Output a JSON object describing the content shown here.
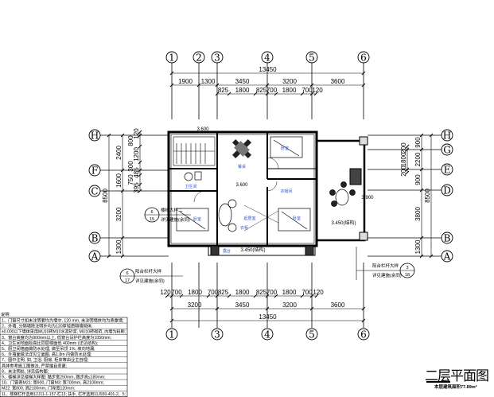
{
  "drawing": {
    "title": "二层平面图",
    "area_note": "本层建筑面积77.89m²",
    "axes_columns": [
      "1",
      "2",
      "3",
      "4",
      "5",
      "6"
    ],
    "axes_rows_left": [
      "H",
      "F",
      "C",
      "B",
      "A"
    ],
    "axes_rows_right": [
      "H",
      "G",
      "E",
      "D",
      "B",
      "A"
    ],
    "top_dims": {
      "total": "13450",
      "row2": [
        "1900",
        "1300",
        "3450",
        "3200",
        "3600"
      ],
      "row3": [
        "825",
        "1800",
        "825",
        "700",
        "1800",
        "700",
        "120"
      ]
    },
    "bottom_dims": {
      "row1": [
        "120",
        "700",
        "1800",
        "700",
        "825",
        "1800",
        "825",
        "700",
        "1800",
        "700",
        "120"
      ],
      "row2": [
        "3200",
        "3450",
        "3200",
        "3600"
      ],
      "total": "13450"
    },
    "left_dims": {
      "total": "8500",
      "row2": [
        "2400",
        "1600",
        "3200",
        "1300"
      ],
      "row3": [
        "120",
        "800",
        "1200",
        "300",
        "485",
        "750",
        "395"
      ]
    },
    "right_dims": {
      "total": "8500",
      "row2": [
        "900",
        "2200",
        "900",
        "3800",
        "1300"
      ],
      "row3": [
        "200",
        "1800",
        "200"
      ]
    },
    "levels": [
      "3.600",
      "3.600",
      "3.450(结构)",
      "3.900",
      "3.450(结构)"
    ],
    "rooms": [
      "卫生间",
      "卧室",
      "起居室",
      "衣柜",
      "卧室",
      "衣帽间",
      "露台",
      "餐桌",
      "卧室"
    ],
    "callouts": [
      {
        "num": "6",
        "sheet": "15",
        "line1": "楼梯大样二",
        "line2": "详见建施(余同)"
      },
      {
        "num": "6",
        "sheet": "17",
        "line1": "阳台栏杆大样",
        "line2": "详见建施(余同)"
      },
      {
        "num": "3",
        "sheet": "18",
        "line1": "阳台栏杆大样",
        "line2": "详见建施(余同)"
      }
    ],
    "notes_title": "说明:",
    "notes": [
      "1、门窗尺寸如未注明者均为墙中, 120 mm, 未注明墙体均为承重墙;",
      "2、外墙, 分隔墙除注明外均为120厚轻质隔墙砌体;",
      "   ±0.000以下墙体采用MU10砖M10水泥砂浆, MU10砖砌筑, 内墙为粉刷;",
      "3、窗台高度均为900mm以上, 低窗台设护栏高度为1050mm;",
      "4、卫生间地面标高比同层楼面低 400mm (详见结构);",
      "5、厨卫间墙面做防水处理, 做至吊顶 1%, 坡向地漏;",
      "6、外墙面做法详见立面图, 高1.8m 内做防水处理;",
      "7、图中注明, 如, 卫浴, 厨房, 柜体等由业主自理;",
      "   具体参考施工图做法, 严禁擅自变更;",
      "8、未注明处, 详见结构图;",
      "9、楼梯详见楼梯大样图: 踏步宽250mm, 踏步高≤180mm;",
      "10、门窗表M21: 宽900, 门窗M3: 宽700mm, 高2100mm;",
      "    M22: 宽800, 高2100mm, 门垛宽120mm;",
      "11、楼梯栏杆选用12J11-1-157-栏13; 扶手, 栏杆选用11J930-401-2、5;"
    ]
  }
}
